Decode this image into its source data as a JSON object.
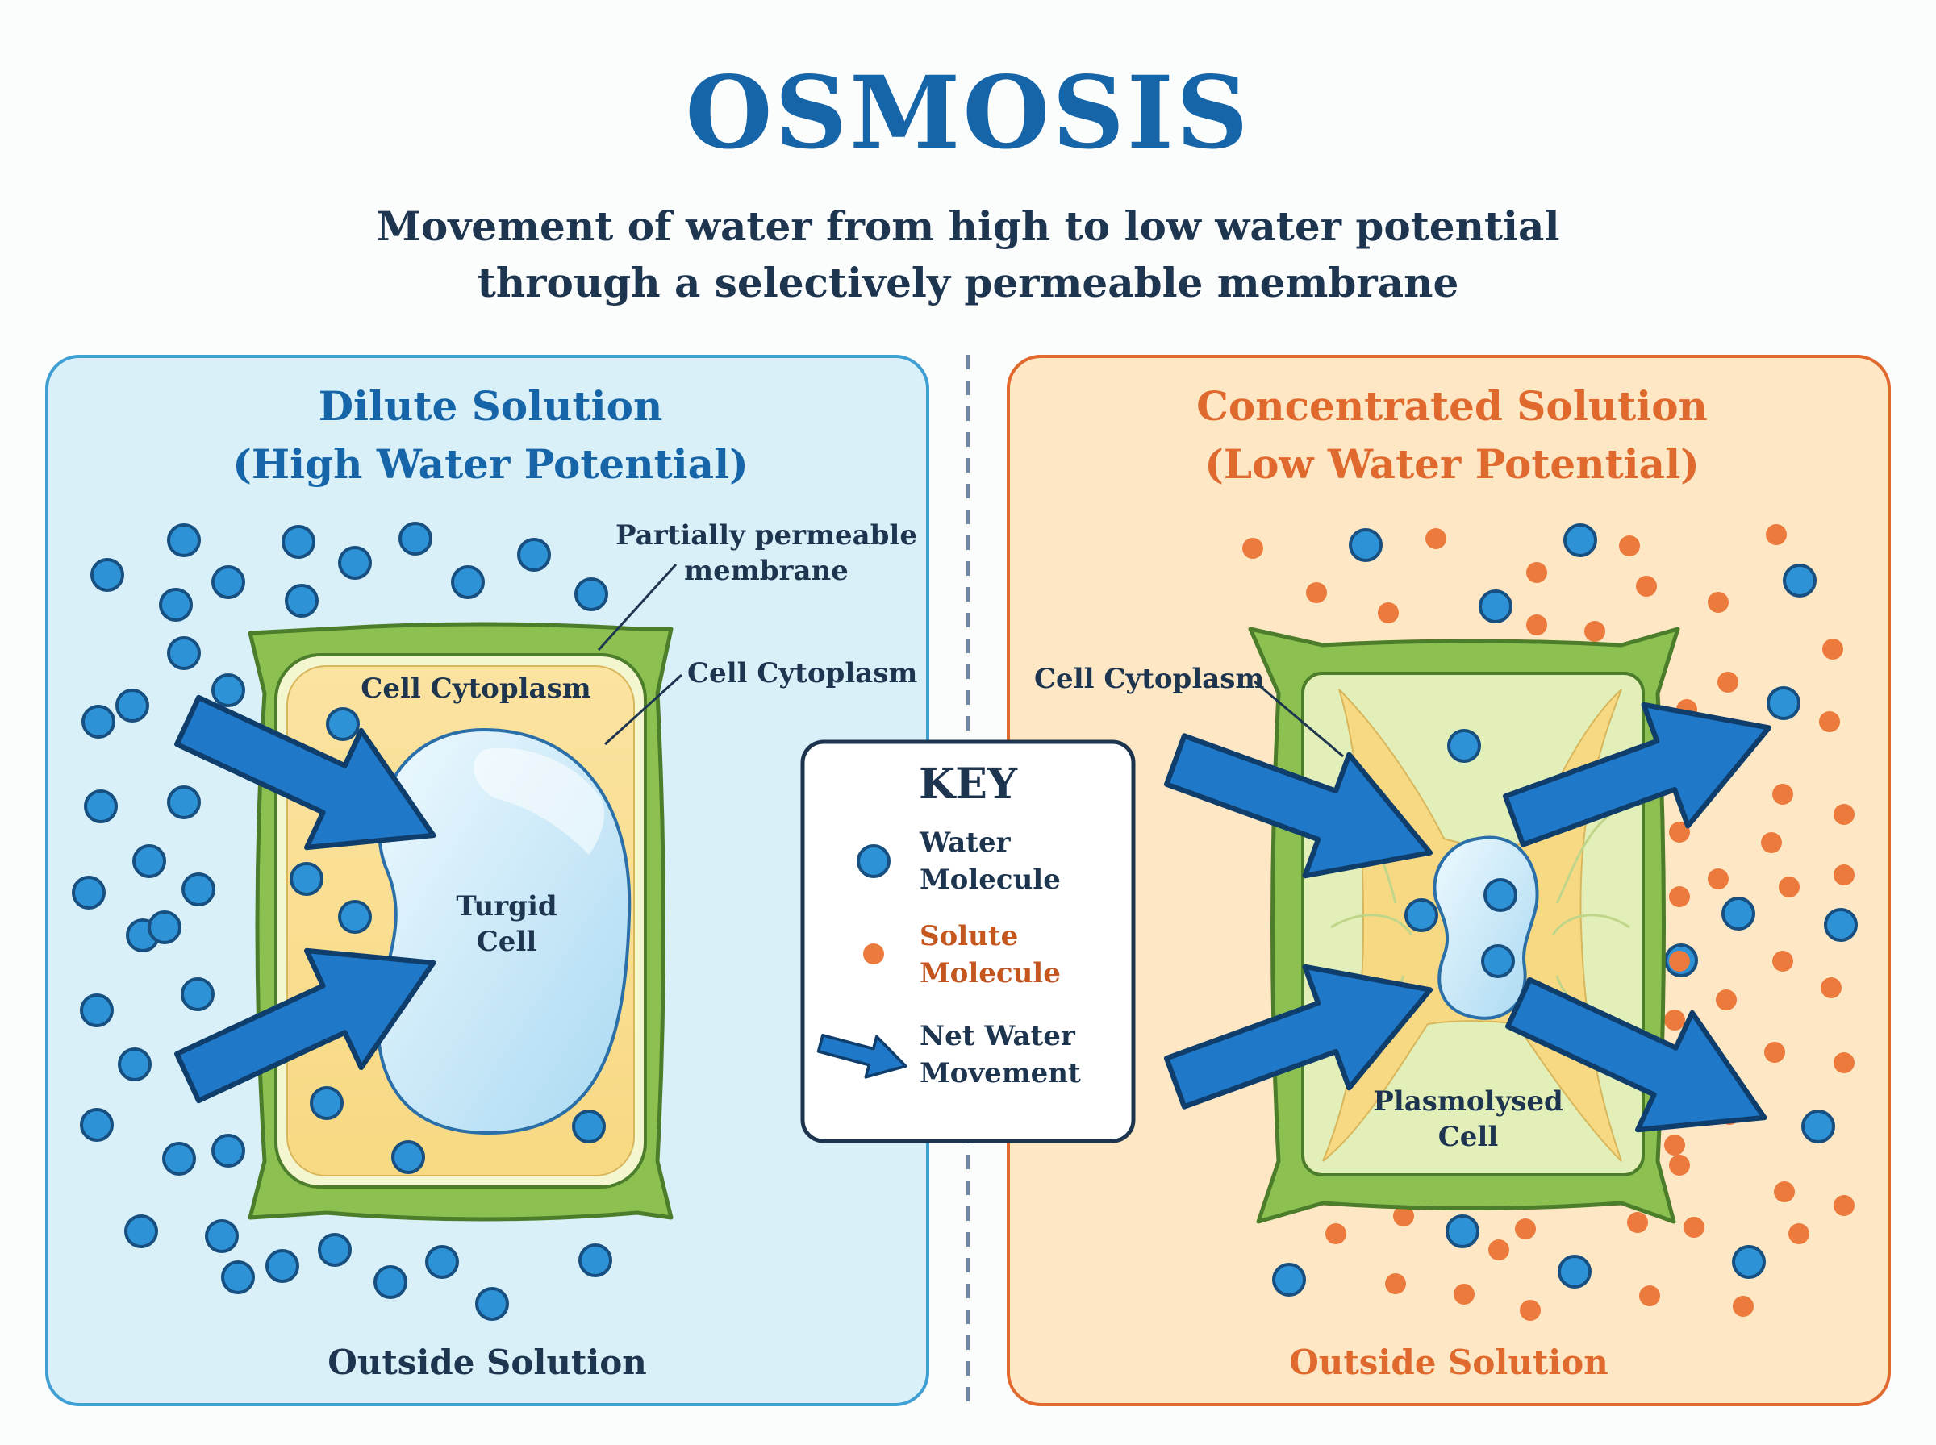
{
  "header": {
    "title": "OSMOSIS",
    "subtitle_line1": "Movement of water from high to low water potential",
    "subtitle_line2": "through a selectively permeable membrane"
  },
  "left_panel": {
    "title_line1": "Dilute Solution",
    "title_line2": "(High Water Potential)",
    "label_membrane_line1": "Partially permeable",
    "label_membrane_line2": "membrane",
    "label_cytoplasm_inner": "Cell Cytoplasm",
    "label_cytoplasm_outer": "Cell Cytoplasm",
    "cell_label_line1": "Turgid",
    "cell_label_line2": "Cell",
    "footer": "Outside Solution"
  },
  "right_panel": {
    "title_line1": "Concentrated Solution",
    "title_line2": "(Low Water Potential)",
    "label_cytoplasm": "Cell Cytoplasm",
    "cell_label_line1": "Plasmolysed",
    "cell_label_line2": "Cell",
    "footer": "Outside Solution"
  },
  "key": {
    "title": "KEY",
    "water_line1": "Water",
    "water_line2": "Molecule",
    "solute_line1": "Solute",
    "solute_line2": "Molecule",
    "arrow_line1": "Net Water",
    "arrow_line2": "Movement"
  },
  "colors": {
    "title_blue": "#1565a8",
    "text_dark": "#1e3550",
    "water_molecule": "#2e92d6",
    "solute_molecule": "#eb7a3c",
    "arrow_blue": "#1f78c8",
    "left_panel_bg": "#d9f0f8",
    "right_panel_bg": "#fde7c4",
    "cell_wall_green": "#8cc152",
    "concentrated_title": "#e0692e"
  },
  "icons": [
    "water-molecule-icon",
    "solute-molecule-icon",
    "net-water-movement-arrow-icon"
  ]
}
